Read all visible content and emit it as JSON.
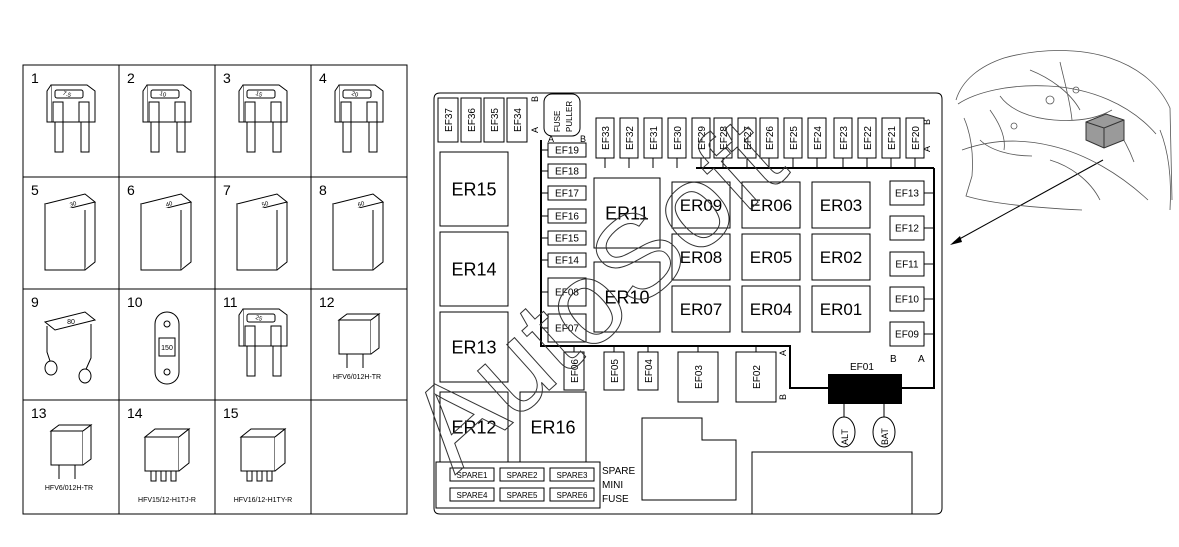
{
  "legend": {
    "cells": [
      {
        "num": "1",
        "kind": "mini-fuse",
        "value": "7.5"
      },
      {
        "num": "2",
        "kind": "mini-fuse",
        "value": "10"
      },
      {
        "num": "3",
        "kind": "mini-fuse",
        "value": "15"
      },
      {
        "num": "4",
        "kind": "mini-fuse",
        "value": "20"
      },
      {
        "num": "5",
        "kind": "jcase-fuse",
        "value": "30"
      },
      {
        "num": "6",
        "kind": "jcase-fuse",
        "value": "40"
      },
      {
        "num": "7",
        "kind": "jcase-fuse",
        "value": "50"
      },
      {
        "num": "8",
        "kind": "jcase-fuse",
        "value": "60"
      },
      {
        "num": "9",
        "kind": "bolt-fuse",
        "value": "80"
      },
      {
        "num": "10",
        "kind": "strip-fuse",
        "value": "150"
      },
      {
        "num": "11",
        "kind": "mini-fuse",
        "value": "25"
      },
      {
        "num": "12",
        "kind": "micro-relay",
        "value": "",
        "part": "HFV6/012H-TR"
      },
      {
        "num": "13",
        "kind": "micro-relay",
        "value": "",
        "part": "HFV6/012H-TR"
      },
      {
        "num": "14",
        "kind": "mini-relay",
        "value": "",
        "part": "HFV15/12-H1TJ-R"
      },
      {
        "num": "15",
        "kind": "mini-relay",
        "value": "",
        "part": "HFV16/12-H1TY-R"
      }
    ]
  },
  "fusebox": {
    "top_fuses": [
      "EF37",
      "EF36",
      "EF35",
      "EF34"
    ],
    "top_fuses_right": [
      "EF33",
      "EF32",
      "EF31",
      "EF30",
      "EF29",
      "EF28",
      "EF27",
      "EF26",
      "EF25",
      "EF24",
      "EF23",
      "EF22",
      "EF21",
      "EF20"
    ],
    "puller_label": [
      "FUSE",
      "PULLER"
    ],
    "left_column_fuses": [
      "EF19",
      "EF18",
      "EF17",
      "EF16",
      "EF15",
      "EF14",
      "EF08",
      "EF07"
    ],
    "right_column_fuses": [
      "EF13",
      "EF12",
      "EF11",
      "EF10",
      "EF09"
    ],
    "bottom_fuses": [
      "EF06",
      "EF05",
      "EF04"
    ],
    "large_fuses": [
      "EF03",
      "EF02"
    ],
    "main_fuse": "EF01",
    "relays_small": [
      "ER09",
      "ER06",
      "ER03",
      "ER08",
      "ER05",
      "ER02",
      "ER07",
      "ER04",
      "ER01"
    ],
    "relays_mid": [
      "ER11",
      "ER10"
    ],
    "relays_large": [
      "ER15",
      "ER14",
      "ER13",
      "ER12",
      "ER16"
    ],
    "terminals": [
      "ALT",
      "BAT"
    ],
    "pin_labels": {
      "a": "A",
      "b": "B"
    },
    "spares": [
      "SPARE1",
      "SPARE2",
      "SPARE3",
      "SPARE4",
      "SPARE5",
      "SPARE6"
    ],
    "spare_label": [
      "SPARE",
      "MINI",
      "FUSE"
    ]
  },
  "watermark": "AutoSoft"
}
